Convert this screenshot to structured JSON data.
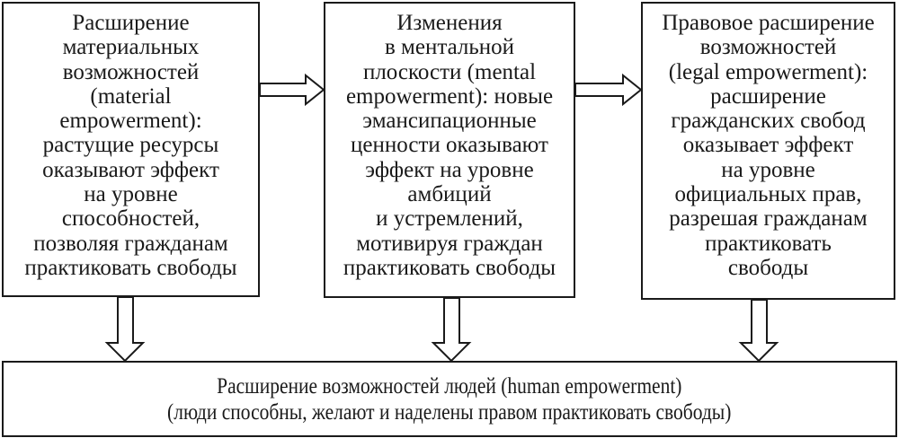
{
  "diagram": {
    "boxes": [
      {
        "id": "material",
        "lines": [
          "Расширение",
          "материальных",
          "возможностей",
          "(material",
          "empowerment):",
          "растущие ресурсы",
          "оказывают эффект",
          "на уровне",
          "способностей,",
          "позволяя гражданам",
          "практиковать свободы"
        ]
      },
      {
        "id": "mental",
        "lines": [
          "Изменения",
          "в ментальной",
          "плоскости (mental",
          "empowerment): новые",
          "эмансипационные",
          "ценности оказывают",
          "эффект на уровне",
          "амбиций",
          "и устремлений,",
          "мотивируя граждан",
          "практиковать свободы"
        ]
      },
      {
        "id": "legal",
        "lines": [
          "Правовое расширение",
          "возможностей",
          "(legal empowerment):",
          "расширение",
          "гражданских свобод",
          "оказывает эффект",
          "на уровне",
          "официальных прав,",
          "разрешая гражданам",
          "практиковать",
          "свободы"
        ]
      },
      {
        "id": "human",
        "lines": [
          "Расширение возможностей людей (human empowerment)",
          "(люди способны, желают и наделены правом практиковать свободы)"
        ]
      }
    ],
    "connections": [
      {
        "from": "material",
        "to": "mental",
        "direction": "right"
      },
      {
        "from": "mental",
        "to": "legal",
        "direction": "right"
      },
      {
        "from": "material",
        "to": "human",
        "direction": "down"
      },
      {
        "from": "mental",
        "to": "human",
        "direction": "down"
      },
      {
        "from": "legal",
        "to": "human",
        "direction": "down"
      }
    ],
    "colors": {
      "stroke": "#1a1a1a",
      "fill": "#ffffff",
      "text": "#1a1a1a"
    }
  }
}
